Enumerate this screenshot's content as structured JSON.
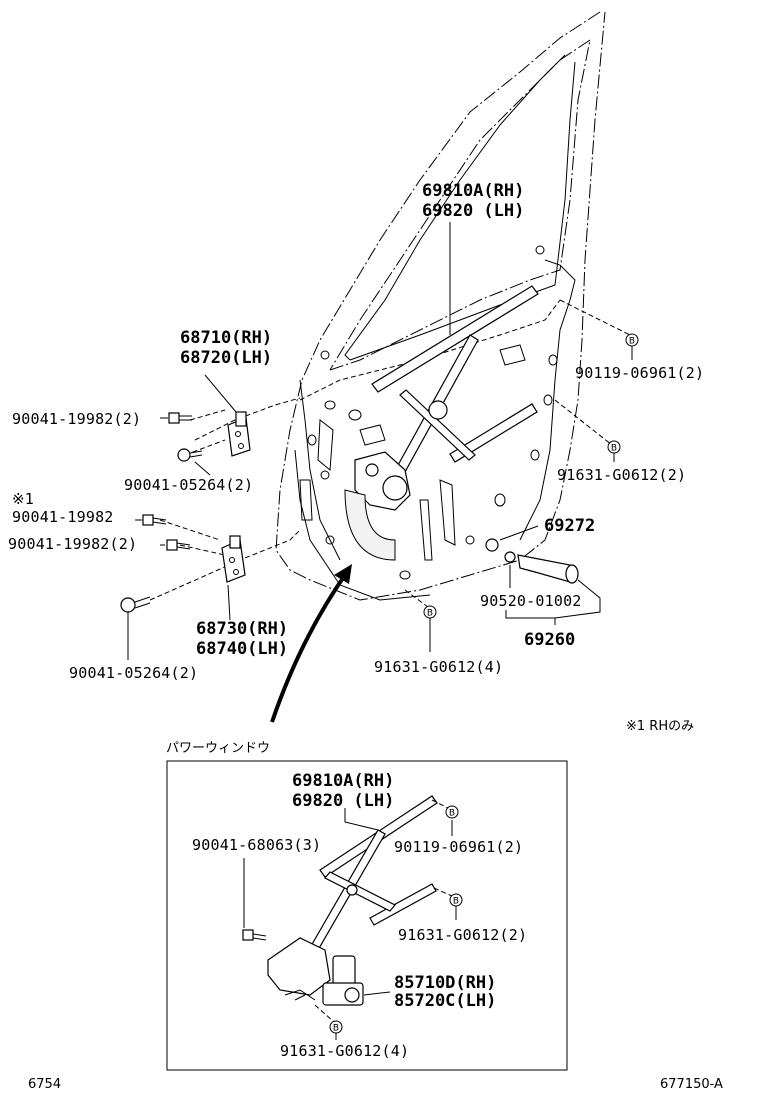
{
  "main_labels": {
    "regulator_rh": "69810A(RH)",
    "regulator_lh": "69820 (LH)",
    "hinge_upper_rh": "68710(RH)",
    "hinge_upper_lh": "68720(LH)",
    "bolt_19982_a": "90041-19982(2)",
    "bolt_05264_a": "90041-05264(2)",
    "note_mark": "※1",
    "bolt_19982_b": "90041-19982",
    "bolt_19982_c": "90041-19982(2)",
    "hinge_lower_rh": "68730(RH)",
    "hinge_lower_lh": "68740(LH)",
    "bolt_05264_b": "90041-05264(2)",
    "screw_06961": "90119-06961(2)",
    "bolt_g0612_2": "91631-G0612(2)",
    "handle_clip": "69272",
    "washer": "90520-01002",
    "handle": "69260",
    "bolt_g0612_4": "91631-G0612(4)",
    "note_text": "※1 RHのみ"
  },
  "inset": {
    "title": "パワーウィンドウ",
    "regulator_rh": "69810A(RH)",
    "regulator_lh": "69820  (LH)",
    "bolt_68063": "90041-68063(3)",
    "screw_06961": "90119-06961(2)",
    "bolt_g0612_2": "91631-G0612(2)",
    "motor_rh": "85710D(RH)",
    "motor_lh": "85720C(LH)",
    "bolt_g0612_4": "91631-G0612(4)"
  },
  "badge_letter": "B",
  "footer": {
    "left_code": "6754",
    "right_code": "677150-A"
  }
}
